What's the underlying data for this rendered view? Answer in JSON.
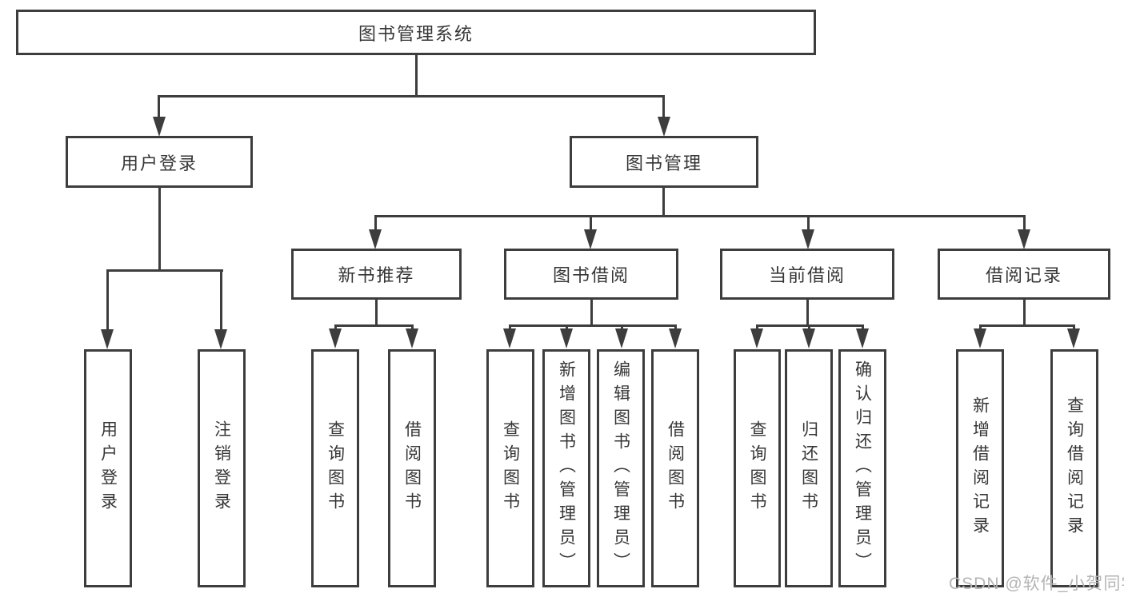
{
  "tree": {
    "root": {
      "label": "图书管理系统",
      "children": [
        {
          "label": "用户登录",
          "children": [
            {
              "label": "用户登录"
            },
            {
              "label": "注销登录"
            }
          ]
        },
        {
          "label": "图书管理",
          "children": [
            {
              "label": "新书推荐",
              "children": [
                {
                  "label": "查询图书"
                },
                {
                  "label": "借阅图书"
                }
              ]
            },
            {
              "label": "图书借阅",
              "children": [
                {
                  "label": "查询图书"
                },
                {
                  "label": "新增图书（管理员）"
                },
                {
                  "label": "编辑图书（管理员）"
                },
                {
                  "label": "借阅图书"
                }
              ]
            },
            {
              "label": "当前借阅",
              "children": [
                {
                  "label": "查询图书"
                },
                {
                  "label": "归还图书"
                },
                {
                  "label": "确认归还（管理员）"
                }
              ]
            },
            {
              "label": "借阅记录",
              "children": [
                {
                  "label": "新增借阅记录"
                },
                {
                  "label": "查询借阅记录"
                }
              ]
            }
          ]
        }
      ]
    }
  },
  "watermark": {
    "text": "CSDN @软件_小贺同学"
  },
  "colors": {
    "line": "#3d3d3d",
    "text": "#363636",
    "background": "#ffffff",
    "watermark": "#b4b4b4"
  }
}
